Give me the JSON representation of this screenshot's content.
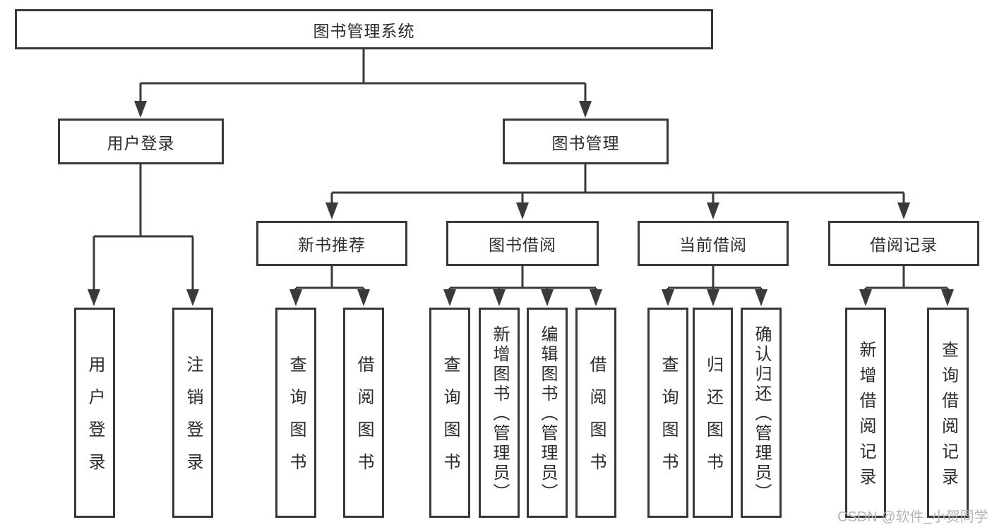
{
  "tree": {
    "root": {
      "label": "图书管理系统"
    },
    "branches": [
      {
        "label": "用户登录",
        "children": [
          {
            "label": "用户登录"
          },
          {
            "label": "注销登录"
          }
        ]
      },
      {
        "label": "图书管理",
        "children": [
          {
            "label": "新书推荐",
            "children": [
              {
                "label": "查询图书"
              },
              {
                "label": "借阅图书"
              }
            ]
          },
          {
            "label": "图书借阅",
            "children": [
              {
                "label": "查询图书"
              },
              {
                "label": "新增图书（管理员）"
              },
              {
                "label": "编辑图书（管理员）"
              },
              {
                "label": "借阅图书"
              }
            ]
          },
          {
            "label": "当前借阅",
            "children": [
              {
                "label": "查询图书"
              },
              {
                "label": "归还图书"
              },
              {
                "label": "确认归还（管理员）"
              }
            ]
          },
          {
            "label": "借阅记录",
            "children": [
              {
                "label": "新增借阅记录"
              },
              {
                "label": "查询借阅记录"
              }
            ]
          }
        ]
      }
    ]
  },
  "watermark": {
    "text": "CSDN @软件_小贺同学"
  },
  "colors": {
    "line": "#3a3a3a",
    "border": "#383838",
    "text": "#2b2b2b",
    "bg": "#ffffff",
    "watermark": "#b4b4b4"
  }
}
